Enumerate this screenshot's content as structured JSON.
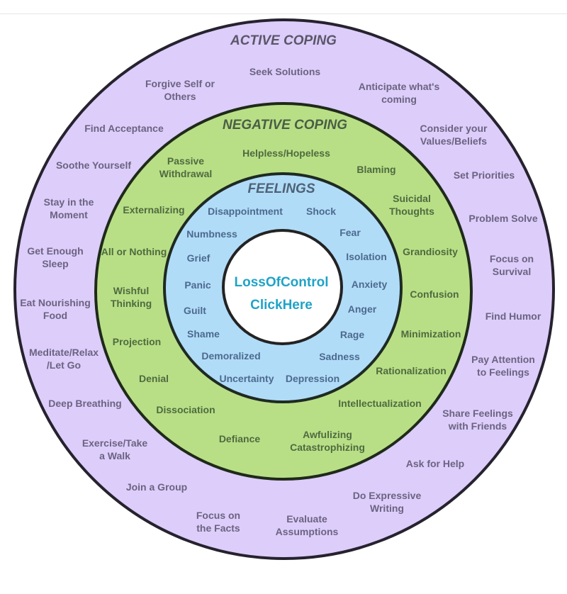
{
  "diagram": {
    "rings": {
      "active": {
        "title": "ACTIVE COPING",
        "color": "#dccdfa"
      },
      "negative": {
        "title": "NEGATIVE COPING",
        "color": "#b8df86"
      },
      "feelings": {
        "title": "FEELINGS",
        "color": "#b1dcf8"
      },
      "center": {
        "line1": "LossOfControl",
        "line2": "ClickHere",
        "color": "#1fa3c7"
      }
    },
    "active_items": [
      "Seek Solutions",
      "Anticipate what's\ncoming",
      "Consider your\nValues/Beliefs",
      "Set Priorities",
      "Problem Solve",
      "Focus on\nSurvival",
      "Find Humor",
      "Pay Attention\nto Feelings",
      "Share Feelings\nwith Friends",
      "Ask for Help",
      "Do Expressive\nWriting",
      "Evaluate\nAssumptions",
      "Focus on\nthe Facts",
      "Join a Group",
      "Exercise/Take\na Walk",
      "Deep Breathing",
      "Meditate/Relax\n/Let Go",
      "Eat Nourishing\nFood",
      "Get Enough\nSleep",
      "Stay in the\nMoment",
      "Soothe Yourself",
      "Find Acceptance",
      "Forgive Self or\nOthers"
    ],
    "negative_items": [
      "Helpless/Hopeless",
      "Blaming",
      "Suicidal\nThoughts",
      "Grandiosity",
      "Confusion",
      "Minimization",
      "Rationalization",
      "Intellectualization",
      "Awfulizing\nCatastrophizing",
      "Defiance",
      "Dissociation",
      "Denial",
      "Projection",
      "Wishful\nThinking",
      "All or Nothing",
      "Externalizing",
      "Passive\nWithdrawal"
    ],
    "feeling_items": [
      "Disappointment",
      "Shock",
      "Fear",
      "Isolation",
      "Anxiety",
      "Anger",
      "Rage",
      "Sadness",
      "Depression",
      "Uncertainty",
      "Demoralized",
      "Shame",
      "Guilt",
      "Panic",
      "Grief",
      "Numbness"
    ]
  }
}
